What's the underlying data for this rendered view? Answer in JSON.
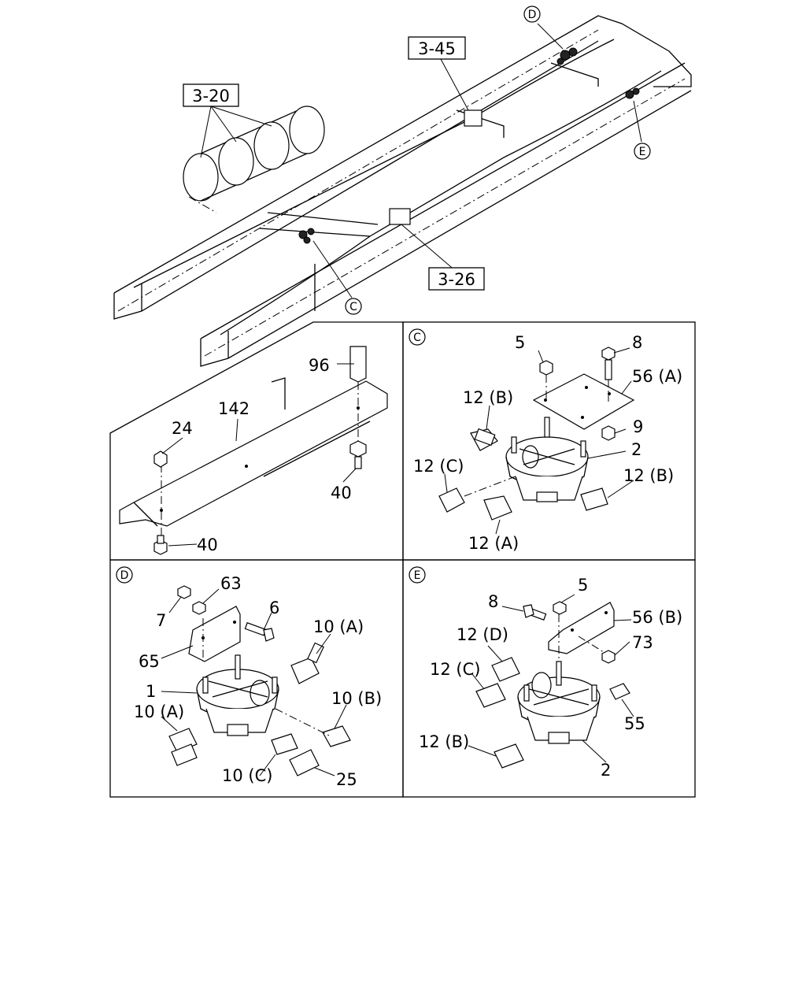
{
  "overview": {
    "refs": [
      "3-45",
      "3-20",
      "3-26"
    ],
    "callouts": [
      "D",
      "E",
      "C"
    ]
  },
  "panel_b": {
    "labels": [
      "96",
      "142",
      "24",
      "40",
      "40"
    ]
  },
  "panel_c": {
    "title": "C",
    "labels": [
      "5",
      "8",
      "56 (A)",
      "12 (B)",
      "9",
      "2",
      "12 (C)",
      "12 (B)",
      "12 (A)"
    ]
  },
  "panel_d": {
    "title": "D",
    "labels": [
      "63",
      "7",
      "6",
      "10 (A)",
      "65",
      "1",
      "10 (B)",
      "10 (A)",
      "10 (C)",
      "25"
    ]
  },
  "panel_e": {
    "title": "E",
    "labels": [
      "5",
      "8",
      "56 (B)",
      "12 (D)",
      "73",
      "12 (C)",
      "55",
      "12 (B)",
      "2"
    ]
  }
}
